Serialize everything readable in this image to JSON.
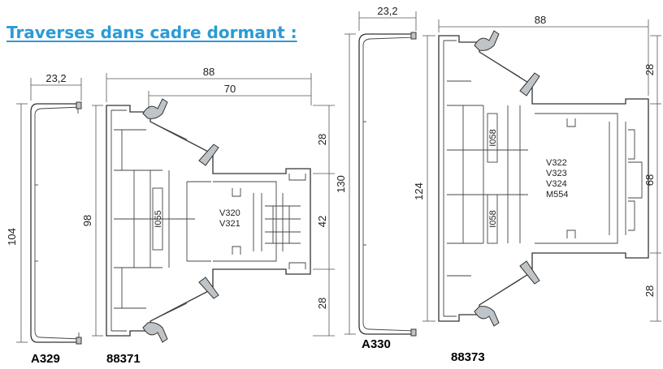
{
  "title": "Traverses dans cadre dormant :",
  "colors": {
    "title": "#2a9bd6",
    "lines": "#333333",
    "gasket": "#bfc4c8"
  },
  "profiles": {
    "a329": {
      "code": "A329",
      "width": "23,2",
      "height": "104"
    },
    "p88371": {
      "code": "88371",
      "width": "88",
      "inner_width": "70",
      "height": "98",
      "dim_top": "28",
      "dim_mid": "42",
      "dim_bottom": "28",
      "insert_code": "I055",
      "references": [
        "V320",
        "V321"
      ]
    },
    "a330": {
      "code": "A330",
      "width": "23,2",
      "height": "130"
    },
    "p88373": {
      "code": "88373",
      "width": "88",
      "height": "124",
      "dim_top": "28",
      "dim_mid": "68",
      "dim_bottom": "28",
      "insert_code": "I058",
      "references": [
        "V322",
        "V323",
        "V324",
        "M554"
      ]
    }
  }
}
